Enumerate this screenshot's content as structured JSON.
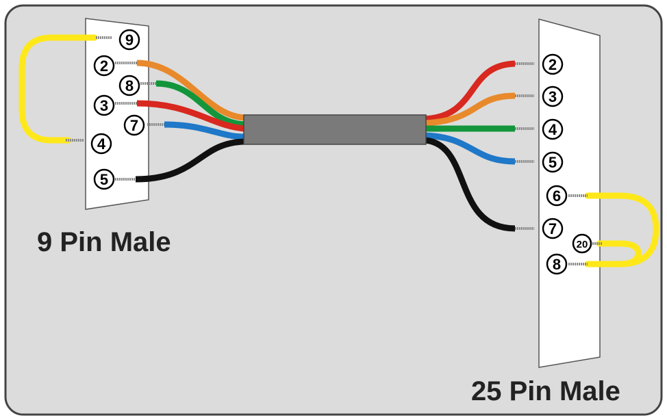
{
  "left_connector": {
    "caption": "9 Pin Male",
    "pins": [
      "9",
      "2",
      "8",
      "3",
      "7",
      "4",
      "5"
    ]
  },
  "right_connector": {
    "caption": "25 Pin Male",
    "pins": [
      "2",
      "3",
      "4",
      "5",
      "6",
      "7",
      "20",
      "8"
    ]
  },
  "wire_colors": {
    "orange": "#e8892b",
    "green": "#13963b",
    "red": "#d8281f",
    "blue": "#1f78c8",
    "black": "#111111",
    "yellow": "#ffe81a",
    "cable": "#7a7a7a"
  },
  "icons": [
    "connector-shell",
    "wire",
    "loopback-jumper",
    "cable-jacket"
  ]
}
